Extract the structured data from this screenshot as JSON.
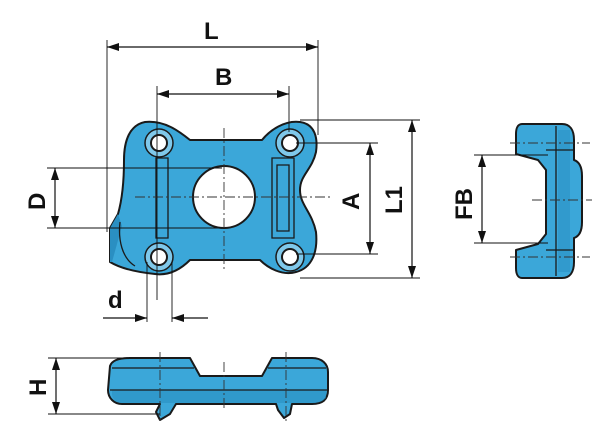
{
  "labels": {
    "L": "L",
    "B": "B",
    "D": "D",
    "A": "A",
    "L1": "L1",
    "FB": "FB",
    "d": "d",
    "H": "H"
  },
  "colors": {
    "part_fill": "#3ba7d9",
    "part_shade": "#2a8fc2",
    "outline": "#1a1a1a"
  }
}
